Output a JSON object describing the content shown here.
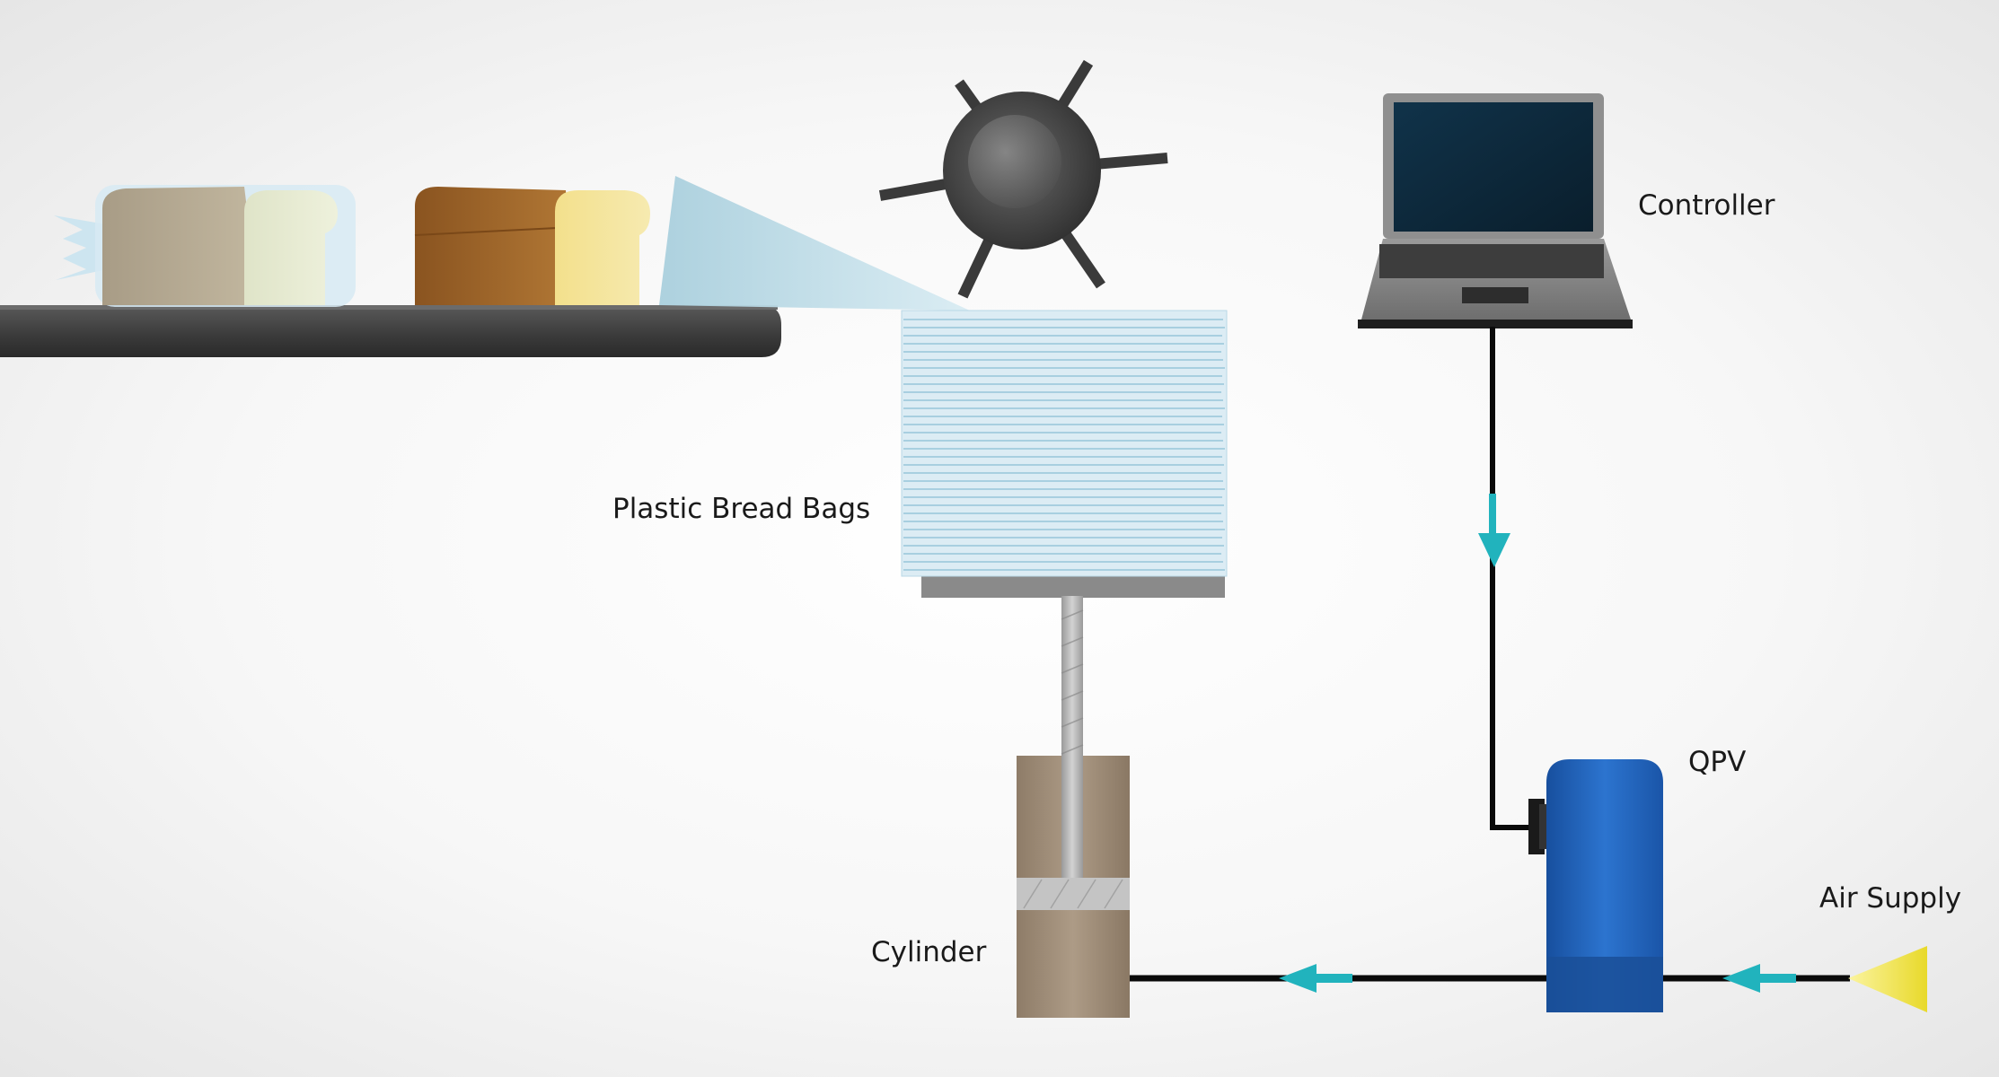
{
  "labels": {
    "controller": "Controller",
    "plastic_bread_bags": "Plastic Bread Bags",
    "qpv": "QPV",
    "air_supply": "Air Supply",
    "cylinder": "Cylinder"
  },
  "colors": {
    "flow_arrow": "#21b3bd",
    "line": "#0a0a0a",
    "qpv_body": "#1f5fb5",
    "air_source": "#f3ea4a",
    "conveyor": "#4a4a4a",
    "cylinder_body": "#a08e7a",
    "bag_stack": "#c9e2ee"
  },
  "icons": {
    "controller": "laptop-icon",
    "feeder": "spiked-wheel-icon",
    "air_supply": "funnel-icon"
  }
}
